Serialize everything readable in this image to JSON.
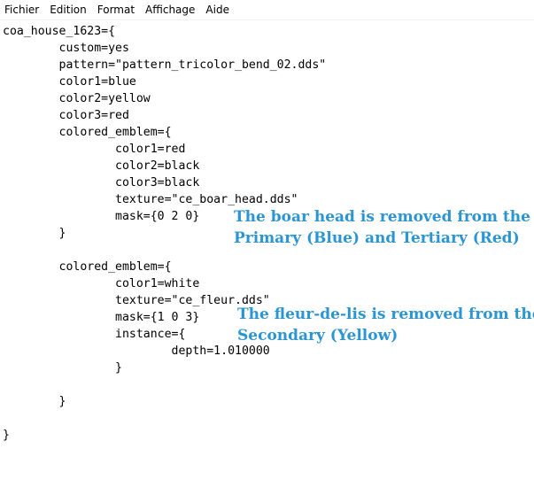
{
  "menu": {
    "items": [
      "Fichier",
      "Edition",
      "Format",
      "Affichage",
      "Aide"
    ]
  },
  "document": {
    "lines": [
      "coa_house_1623={",
      "        custom=yes",
      "        pattern=\"pattern_tricolor_bend_02.dds\"",
      "        color1=blue",
      "        color2=yellow",
      "        color3=red",
      "        colored_emblem={",
      "                color1=red",
      "                color2=black",
      "                color3=black",
      "                texture=\"ce_boar_head.dds\"",
      "                mask={0 2 0}",
      "        }",
      "",
      "        colored_emblem={",
      "                color1=white",
      "                texture=\"ce_fleur.dds\"",
      "                mask={1 0 3}",
      "                instance={",
      "                        depth=1.010000",
      "                }",
      "",
      "        }",
      "",
      "}"
    ]
  },
  "annotations": {
    "boar": {
      "line1": "The boar head is removed from the",
      "line2": "Primary (Blue) and Tertiary (Red)"
    },
    "fleur": {
      "line1": "The fleur-de-lis is removed from the",
      "line2": "Secondary (Yellow)"
    }
  },
  "colors": {
    "annotation_text": "#2a95d2",
    "code_text": "#000000",
    "background": "#ffffff"
  }
}
